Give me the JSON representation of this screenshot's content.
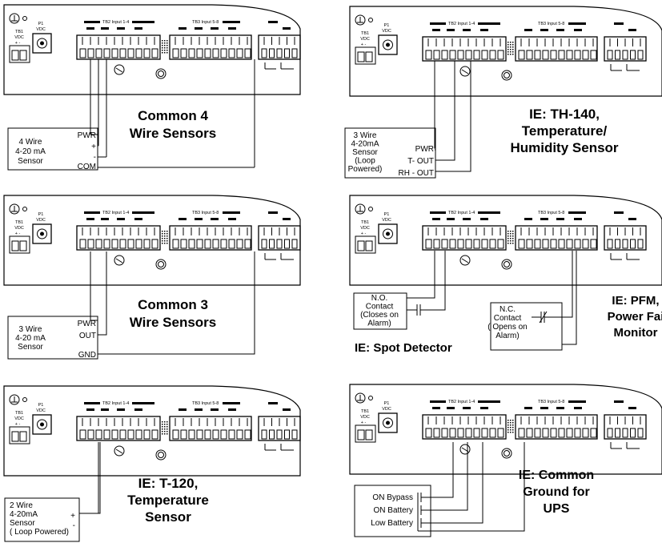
{
  "board_labels": {
    "tb1": "TB1",
    "vdc": "VDC",
    "p1": "P1",
    "tb2": "TB2  Input 1-4",
    "tb3": "TB3  Input 5-8",
    "plus_minus": "+ -"
  },
  "panels": [
    {
      "heading": [
        "Common 4",
        "Wire Sensors"
      ],
      "sensor_lines": [
        "4 Wire",
        "4-20 mA",
        "Sensor"
      ],
      "terminals": [
        "PWR",
        "+",
        "-",
        "COM"
      ]
    },
    {
      "heading": [
        "IE: TH-140,",
        "Temperature/",
        "Humidity Sensor"
      ],
      "sensor_lines": [
        "3 Wire",
        "4-20mA",
        "Sensor",
        "(Loop",
        "Powered)"
      ],
      "terminals": [
        "PWR",
        "T- OUT",
        "RH - OUT"
      ]
    },
    {
      "heading": [
        "Common 3",
        "Wire Sensors"
      ],
      "sensor_lines": [
        "3 Wire",
        "4-20 mA",
        "Sensor"
      ],
      "terminals": [
        "PWR",
        "OUT",
        "GND"
      ]
    },
    {
      "heading_left": "IE: Spot Detector",
      "heading_right": [
        "IE: PFM,",
        "Power Fai",
        "Monitor"
      ],
      "no_contact": [
        "N.O.",
        "Contact",
        "(Closes on",
        "Alarm)"
      ],
      "nc_contact": [
        "N.C.",
        "Contact",
        "( Opens on",
        "Alarm)"
      ]
    },
    {
      "heading": [
        "IE: T-120,",
        "Temperature",
        "Sensor"
      ],
      "sensor_lines": [
        "2 Wire",
        "4-20mA",
        "Sensor",
        "( Loop Powered)"
      ],
      "terminals": [
        "+",
        "-"
      ]
    },
    {
      "heading": [
        "IE: Common",
        "Ground for",
        "UPS"
      ],
      "contacts": [
        "ON Bypass",
        "ON Battery",
        "Low Battery"
      ]
    }
  ]
}
